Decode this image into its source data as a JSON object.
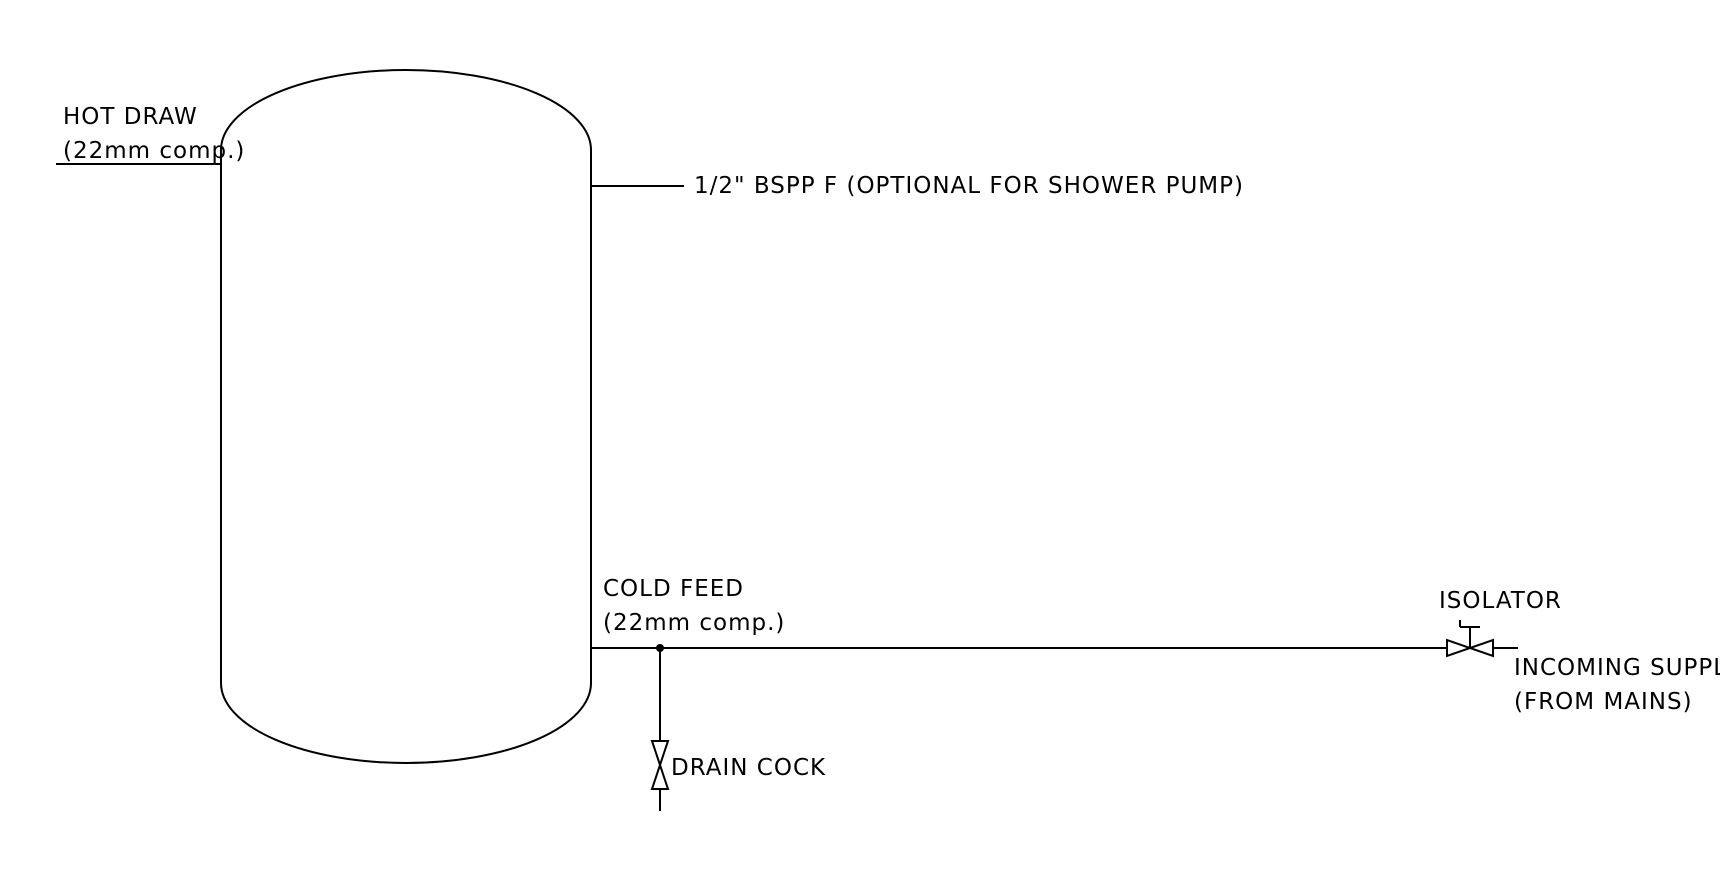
{
  "labels": {
    "hot_draw_line1": "HOT DRAW",
    "hot_draw_line2": "(22mm comp.)",
    "shower_connection": "1/2\" BSPP F (OPTIONAL FOR SHOWER PUMP)",
    "cold_feed_line1": "COLD FEED",
    "cold_feed_line2": "(22mm comp.)",
    "isolator": "ISOLATOR",
    "incoming_line1": "INCOMING SUPPLY",
    "incoming_line2": "(FROM MAINS)",
    "drain_cock": "DRAIN COCK"
  }
}
